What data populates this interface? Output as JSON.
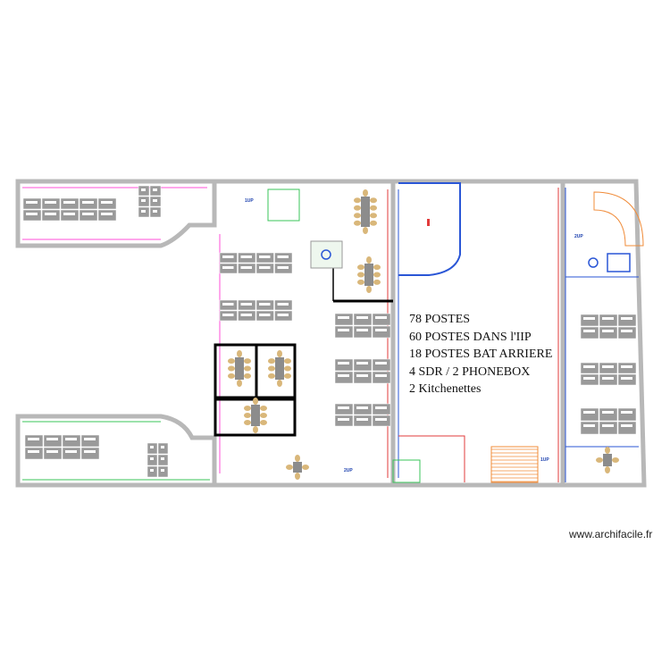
{
  "plan": {
    "summary": [
      "78 POSTES",
      "60 POSTES DANS l'IIP",
      "18 POSTES BAT ARRIERE",
      "4 SDR / 2 PHONEBOX",
      "2 Kitchenettes"
    ],
    "level_tags": [
      "1UP",
      "2UP",
      "2UP",
      "1UP"
    ],
    "watermark": "www.archifacile.fr",
    "colors": {
      "wall": "#b8b8b8",
      "desk": "#9a9a9a",
      "chair": "#d9b77a",
      "table": "#8c8c8c",
      "partition": "#000000",
      "pink": "#ff4fd8",
      "red": "#e23b3b",
      "blue": "#2a56d6",
      "green": "#39c45a",
      "stairs": "#f08c3a"
    }
  }
}
